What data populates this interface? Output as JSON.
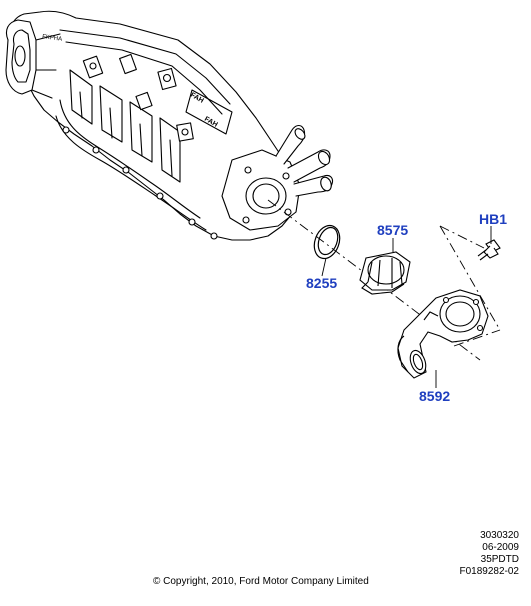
{
  "callouts": {
    "hb1": "HB1",
    "part_8575": "8575",
    "part_8255": "8255",
    "part_8592": "8592"
  },
  "manifold_markings": {
    "small_label": "FKPHA",
    "stamp_left": "FAH",
    "stamp_right": "FAH"
  },
  "reference": {
    "line1": "3030320",
    "line2": "06-2009",
    "line3": "35PDTD",
    "line4": "F0189282-02"
  },
  "copyright": "© Copyright, 2010, Ford Motor Company Limited",
  "colors": {
    "callout": "#1f3fbf",
    "line": "#000000"
  }
}
